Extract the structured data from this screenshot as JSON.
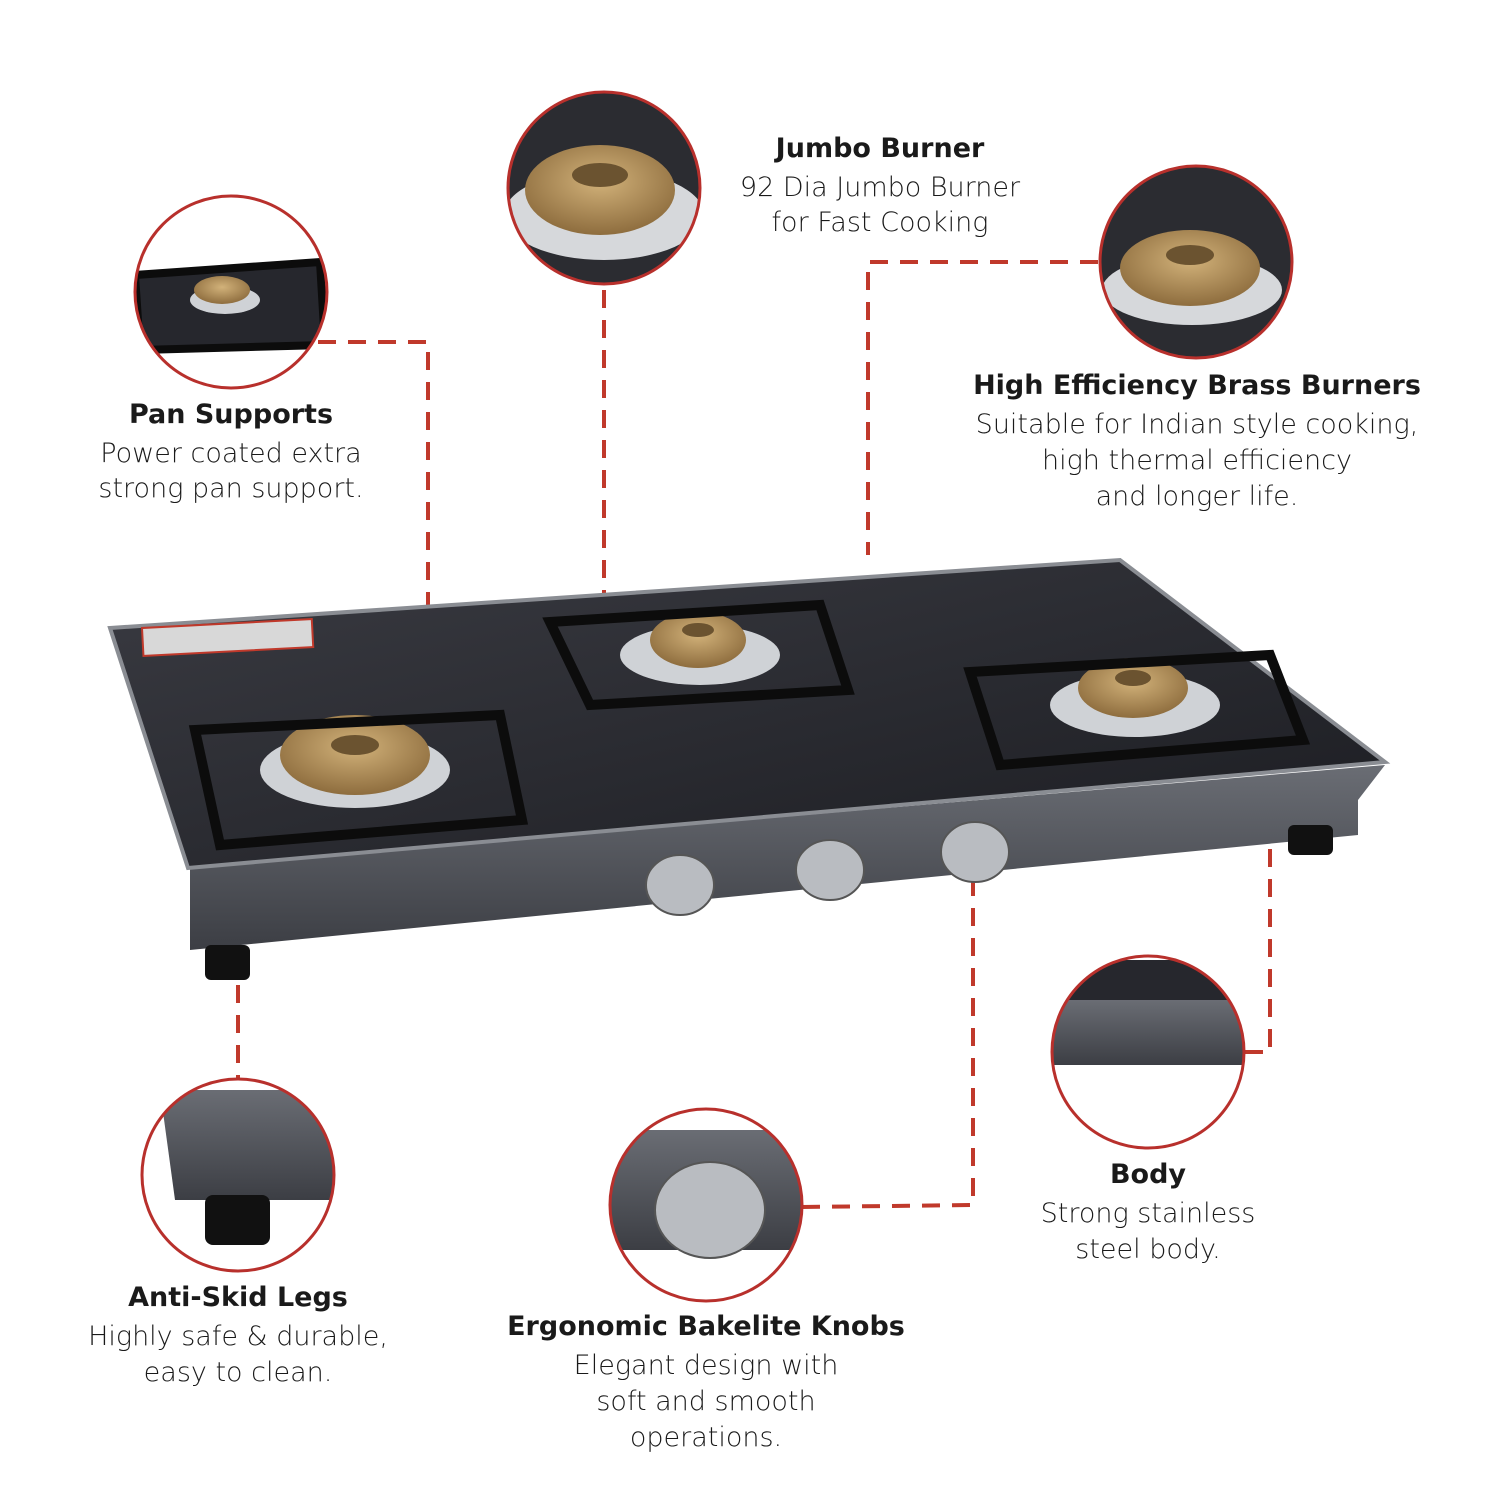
{
  "colors": {
    "accent": "#c0392b",
    "glass": "#26272d",
    "brass": "#b08d57",
    "steel": "#5c5f66"
  },
  "features": {
    "jumbo": {
      "title": "Jumbo Burner",
      "lines": [
        "92 Dia Jumbo Burner",
        "for Fast Cooking"
      ]
    },
    "pan": {
      "title": "Pan Supports",
      "lines": [
        "Power coated extra",
        "strong pan support."
      ]
    },
    "brass": {
      "title": "High Efficiency Brass Burners",
      "lines": [
        "Suitable for Indian style cooking,",
        "high thermal efficiency",
        "and longer life."
      ]
    },
    "legs": {
      "title": "Anti-Skid Legs",
      "lines": [
        "Highly safe & durable,",
        "easy to clean."
      ]
    },
    "knobs": {
      "title": "Ergonomic Bakelite Knobs",
      "lines": [
        "Elegant design with",
        "soft and smooth",
        "operations."
      ]
    },
    "body": {
      "title": "Body",
      "lines": [
        "Strong stainless",
        "steel body."
      ]
    }
  }
}
